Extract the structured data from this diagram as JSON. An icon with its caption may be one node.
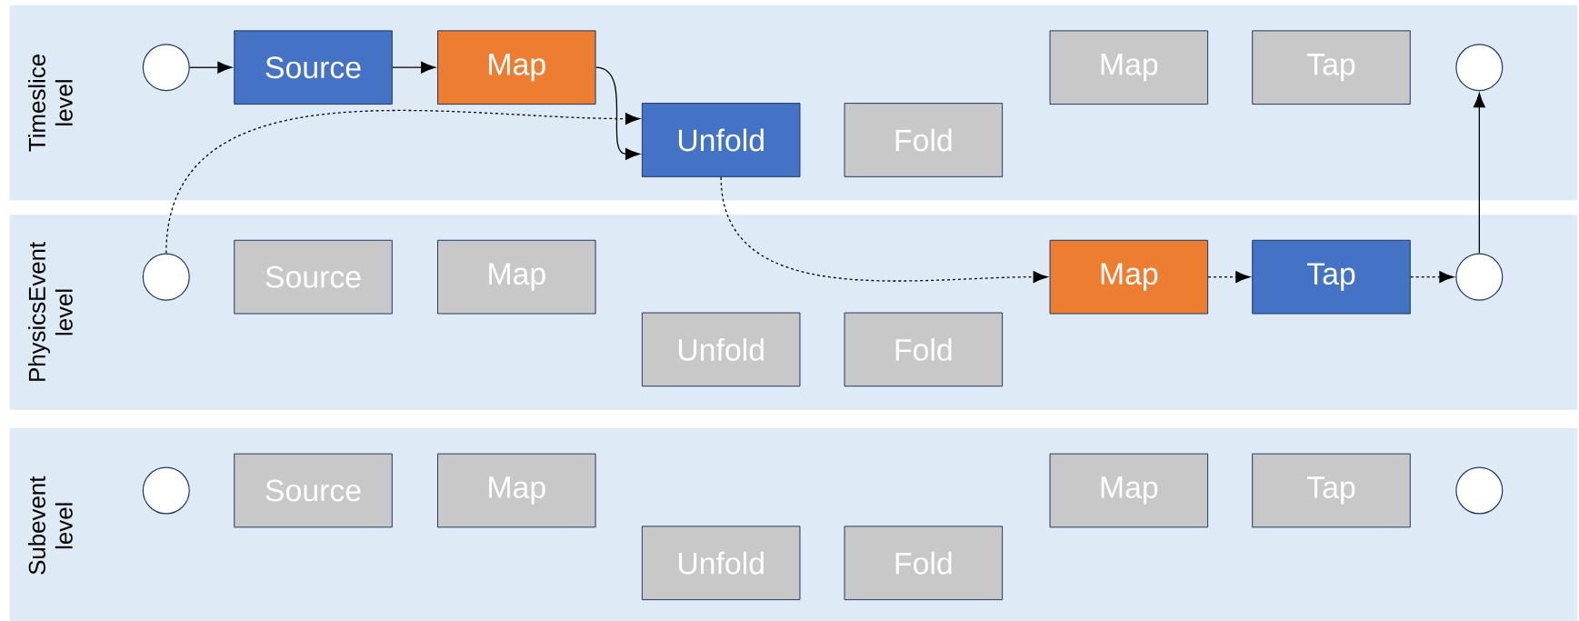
{
  "diagram": {
    "nodes": [
      {
        "text": [
          "Timeslice level"
        ]
      },
      {
        "text": [],
        "shape": "circle",
        "in": 0
      },
      {
        "text": [
          "Source"
        ],
        "in": 0
      },
      {
        "text": [
          "Map"
        ],
        "in": 0
      },
      {
        "text": [
          "Unfold"
        ],
        "in": 0
      },
      {
        "text": [
          "Fold"
        ],
        "in": 0
      },
      {
        "text": [
          "Map"
        ],
        "in": 0
      },
      {
        "text": [
          "Tap"
        ],
        "in": 0
      },
      {
        "text": [],
        "shape": "circle",
        "in": 0
      },
      {
        "text": [
          "PhysicsEvent level"
        ]
      },
      {
        "text": [],
        "shape": "circle",
        "in": 9
      },
      {
        "text": [
          "Source"
        ],
        "in": 9
      },
      {
        "text": [
          "Map"
        ],
        "in": 9
      },
      {
        "text": [
          "Unfold"
        ],
        "in": 9
      },
      {
        "text": [
          "Fold"
        ],
        "in": 9
      },
      {
        "text": [
          "Map"
        ],
        "in": 9
      },
      {
        "text": [
          "Tap"
        ],
        "in": 9
      },
      {
        "text": [],
        "shape": "circle",
        "in": 9
      },
      {
        "text": [
          "Subevent level"
        ]
      },
      {
        "text": [],
        "shape": "circle",
        "in": 18
      },
      {
        "text": [
          "Source"
        ],
        "in": 18
      },
      {
        "text": [
          "Map"
        ],
        "in": 18
      },
      {
        "text": [
          "Unfold"
        ],
        "in": 18
      },
      {
        "text": [
          "Fold"
        ],
        "in": 18
      },
      {
        "text": [
          "Map"
        ],
        "in": 18
      },
      {
        "text": [
          "Tap"
        ],
        "in": 18
      },
      {
        "text": [],
        "shape": "circle",
        "in": 18
      }
    ],
    "edges": [
      {
        "from": 1,
        "to": 2,
        "arrow": "to"
      },
      {
        "from": 2,
        "to": 3,
        "arrow": "to"
      },
      {
        "from": 3,
        "to": 4,
        "arrow": "to"
      },
      {
        "from": 10,
        "to": 4,
        "arrow": "to",
        "style": "dashed"
      },
      {
        "from": 4,
        "to": 15,
        "arrow": "to",
        "style": "dashed"
      },
      {
        "from": 15,
        "to": 16,
        "arrow": "to",
        "style": "dashed"
      },
      {
        "from": 16,
        "to": 17,
        "arrow": "to",
        "style": "dashed"
      },
      {
        "from": 17,
        "to": 8,
        "arrow": "to"
      }
    ]
  }
}
